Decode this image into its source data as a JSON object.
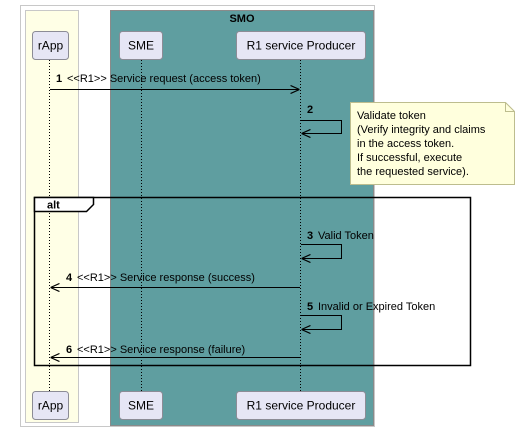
{
  "groups": {
    "smo_label": "SMO",
    "alt_label": "alt"
  },
  "participants": {
    "rapp": "rApp",
    "sme": "SME",
    "producer": "R1 service Producer"
  },
  "messages": [
    {
      "num": "1",
      "text": "<<R1>> Service request (access token)"
    },
    {
      "num": "2",
      "text": ""
    },
    {
      "num": "3",
      "text": "Valid Token"
    },
    {
      "num": "4",
      "text": "<<R1>> Service response (success)"
    },
    {
      "num": "5",
      "text": "Invalid or Expired Token"
    },
    {
      "num": "6",
      "text": "<<R1>> Service response (failure)"
    }
  ],
  "note": {
    "lines": [
      "Validate token",
      "(Verify integrity and claims",
      "in the access token.",
      "If successful, execute",
      "the requested service)."
    ]
  },
  "colors": {
    "rapp_lane": "#FFFFE6",
    "smo_fill": "#5F9EA0",
    "participant_box": "#E6E6F5",
    "note_fill": "#FFFFDD",
    "line": "#000000"
  }
}
